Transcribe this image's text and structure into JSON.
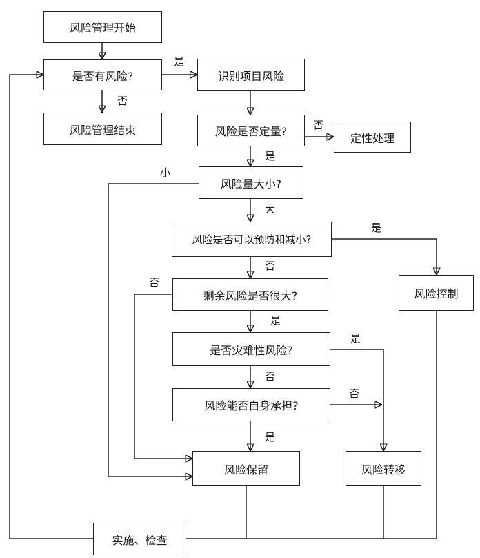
{
  "nodes": {
    "start": "风险管理开始",
    "has_risk": "是否有风险?",
    "end": "风险管理结束",
    "identify": "识别项目风险",
    "quantify": "风险是否定量?",
    "qualitative": "定性处理",
    "magnitude": "风险量大小?",
    "preventable": "风险是否可以预防和减小?",
    "control": "风险控制",
    "residual": "剩余风险是否很大?",
    "catastrophic": "是否灾难性风险?",
    "self_bear": "风险能否自身承担?",
    "retain": "风险保留",
    "transfer": "风险转移",
    "implement": "实施、检查"
  },
  "edge_labels": {
    "yes": "是",
    "no": "否",
    "small": "小",
    "large": "大"
  }
}
